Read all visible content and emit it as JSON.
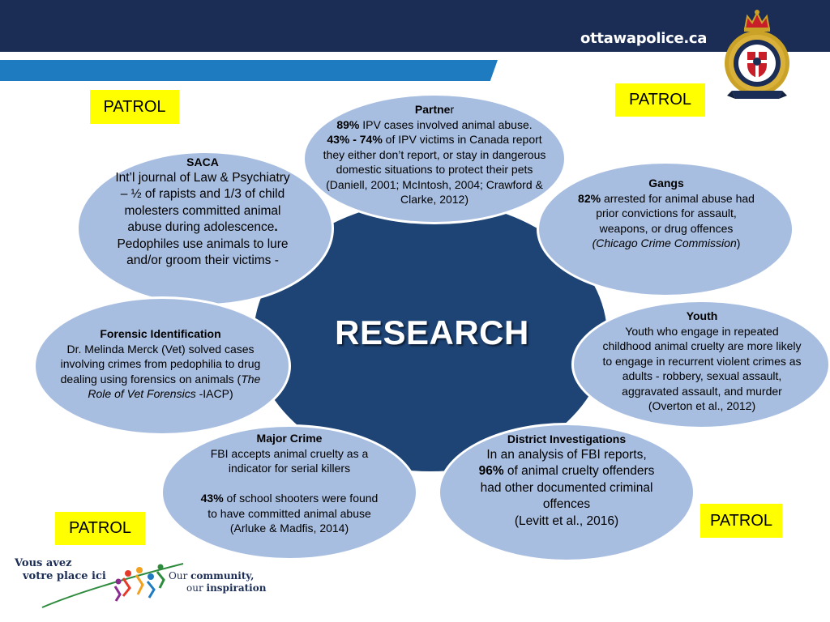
{
  "header": {
    "site": "ottawapolice.ca",
    "colors": {
      "navy": "#1b2d55",
      "stripe": "#1f7bc0",
      "badge": "#ffff00",
      "center": "#1e4475",
      "bubble": "#a8bee0"
    }
  },
  "badges": {
    "top_left": "PATROL",
    "top_right": "PATROL",
    "bottom_left": "PATROL",
    "bottom_right": "PATROL"
  },
  "center": {
    "label": "RESEARCH"
  },
  "partner": {
    "title_a": "Partne",
    "title_b": "r",
    "stat1_bold": "89%",
    "stat1_rest": " IPV cases involved animal abuse.",
    "stat2_bold": "43% - 74%",
    "stat2_rest": " of IPV victims in Canada report they either don’t report, or stay in dangerous domestic situations to protect their pets",
    "citation": "(Daniell, 2001; McIntosh, 2004; Crawford & Clarke, 2012)"
  },
  "saca": {
    "title": "SACA",
    "line1": "Int’l journal of Law & Psychiatry – ½ of rapists and 1/3 of child molesters committed animal abuse during adolescence",
    "line1_end": ".",
    "line2": "Pedophiles use animals to lure and/or groom their victims -"
  },
  "gangs": {
    "title": "Gangs",
    "stat_bold": "82%",
    "stat_rest": " arrested for animal abuse had prior convictions for assault, weapons, or drug offences",
    "citation_italic": "(Chicago Crime Commission",
    "citation_end": ")"
  },
  "forensic": {
    "title": "Forensic Identification",
    "body": "Dr. Melinda Merck (Vet) solved cases involving crimes from pedophilia to drug dealing using forensics on animals  (",
    "italic": "The Role of Vet Forensics",
    "tail": " -IACP)"
  },
  "youth": {
    "title": "Youth",
    "body": "Youth who engage in repeated childhood animal cruelty are more likely to engage in recurrent violent crimes as adults - robbery, sexual assault, aggravated assault, and murder (Overton et al., 2012)"
  },
  "major_crime": {
    "title": "Major Crime",
    "line1": "FBI accepts animal cruelty as a indicator for serial killers",
    "stat_bold": "43%",
    "stat_rest": " of school shooters were found to have committed animal abuse",
    "citation": "(Arluke & Madfis, 2014)"
  },
  "district": {
    "title": "District Investigations",
    "body_a": "In an analysis of FBI reports, ",
    "stat_bold": "96%",
    "body_b": " of animal cruelty offenders had other documented criminal offences",
    "citation": "(Levitt et al., 2016)"
  },
  "footer": {
    "fr_line1": "Vous avez",
    "fr_line2": "votre place ici",
    "en_line1a": "Our ",
    "en_line1b": "community,",
    "en_line2a": "our ",
    "en_line2b": "inspiration"
  }
}
